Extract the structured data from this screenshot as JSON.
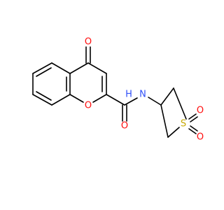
{
  "molecule": {
    "atoms": {
      "ketone_oxygen": "O",
      "ring_oxygen": "O",
      "amide_oxygen": "O",
      "amide_nitrogen": "N",
      "amide_hydrogen": "H",
      "sulfur": "S",
      "sulfone_oxygen_top": "O",
      "sulfone_oxygen_bottom": "O"
    },
    "colors": {
      "bond": "#000000",
      "oxygen": "#ff0d0d",
      "nitrogen": "#3050f8",
      "sulfur": "#c6a800"
    }
  }
}
